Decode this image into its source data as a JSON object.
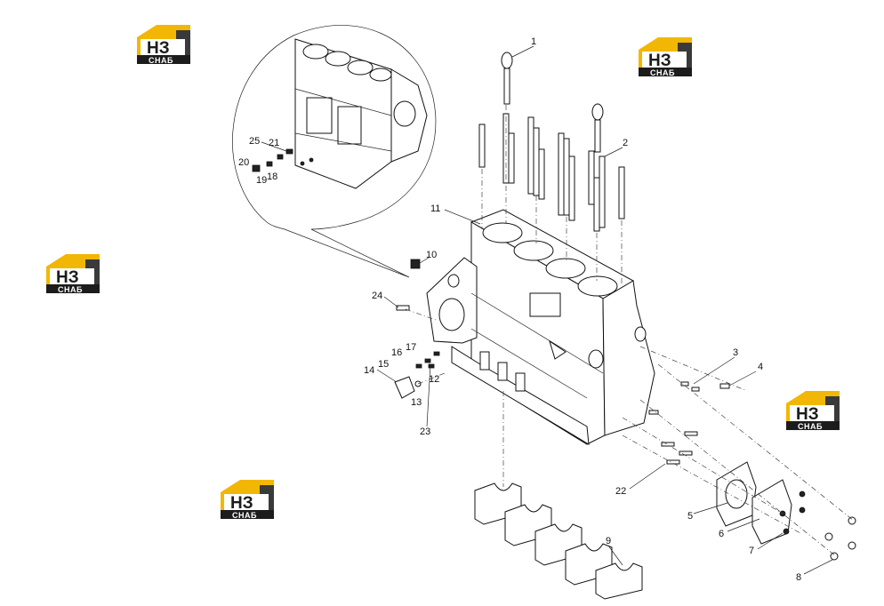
{
  "logo": {
    "mark": "НЗ",
    "caption": "СНАБ",
    "color": "#f2b705"
  },
  "callouts": [
    "1",
    "2",
    "3",
    "4",
    "5",
    "6",
    "7",
    "8",
    "9",
    "10",
    "11",
    "12",
    "13",
    "14",
    "15",
    "16",
    "17",
    "18",
    "19",
    "20",
    "21",
    "23",
    "22",
    "24",
    "25"
  ]
}
